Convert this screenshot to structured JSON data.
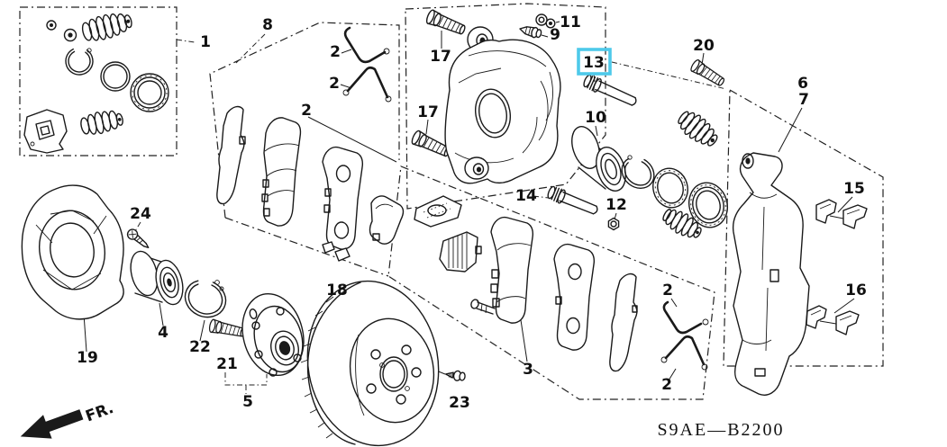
{
  "diagram": {
    "kind": "exploded-parts-diagram",
    "subject": "front brake assembly",
    "part_code": "S9AE—B2200",
    "direction_label": "FR.",
    "selected_callout": "13",
    "highlight_color": "#4ec9ea",
    "line_color": "#1a1a1a",
    "background_color": "#ffffff",
    "labels": [
      {
        "text": "1"
      },
      {
        "text": "8"
      },
      {
        "text": "2"
      },
      {
        "text": "2"
      },
      {
        "text": "2"
      },
      {
        "text": "17"
      },
      {
        "text": "17"
      },
      {
        "text": "11"
      },
      {
        "text": "9"
      },
      {
        "text": "13"
      },
      {
        "text": "10"
      },
      {
        "text": "20"
      },
      {
        "text": "6"
      },
      {
        "text": "7"
      },
      {
        "text": "15"
      },
      {
        "text": "16"
      },
      {
        "text": "14"
      },
      {
        "text": "12"
      },
      {
        "text": "2"
      },
      {
        "text": "2"
      },
      {
        "text": "3"
      },
      {
        "text": "23"
      },
      {
        "text": "18"
      },
      {
        "text": "24"
      },
      {
        "text": "19"
      },
      {
        "text": "4"
      },
      {
        "text": "22"
      },
      {
        "text": "21"
      },
      {
        "text": "5"
      }
    ]
  }
}
